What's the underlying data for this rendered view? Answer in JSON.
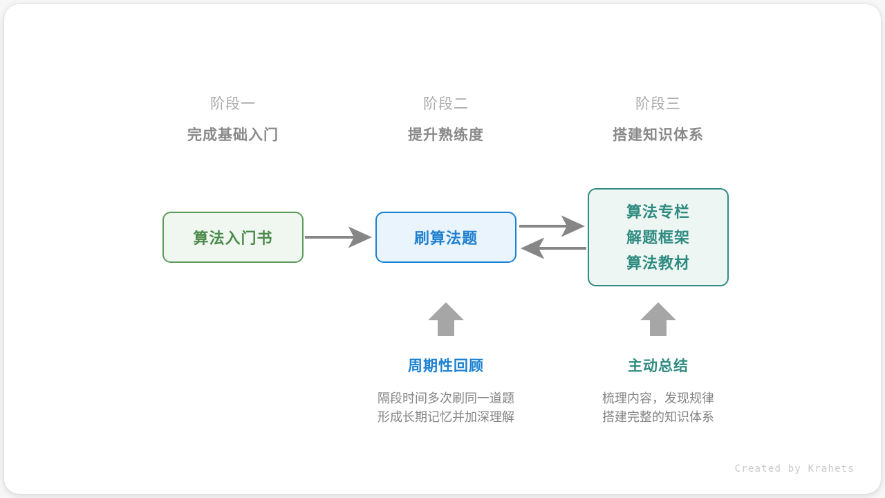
{
  "canvas": {
    "background": "#ffffff",
    "card_background": "#ffffff"
  },
  "stages": [
    {
      "sub": "阶段一",
      "title": "完成基础入门"
    },
    {
      "sub": "阶段二",
      "title": "提升熟练度"
    },
    {
      "sub": "阶段三",
      "title": "搭建知识体系"
    }
  ],
  "nodes": {
    "book": {
      "lines": [
        "算法入门书"
      ],
      "color": "#4b8a4b",
      "border": "#5b9a5b",
      "fill": "#f0f7f0"
    },
    "practice": {
      "lines": [
        "刷算法题"
      ],
      "color": "#2080d0",
      "border": "#1a80d2",
      "fill": "#e9f4fc"
    },
    "resources": {
      "lines": [
        "算法专栏",
        "解题框架",
        "算法教材"
      ],
      "color": "#2f8b80",
      "border": "#2f8b80",
      "fill": "#eef6f4"
    }
  },
  "arrows": {
    "color": "#868686",
    "items": [
      {
        "name": "book-to-practice",
        "direction": "right"
      },
      {
        "name": "practice-to-resources",
        "direction": "right"
      },
      {
        "name": "resources-to-practice",
        "direction": "left"
      },
      {
        "name": "review-up",
        "direction": "up"
      },
      {
        "name": "summary-up",
        "direction": "up"
      }
    ]
  },
  "annotations": [
    {
      "title": "周期性回顾",
      "accent": "#1a80d2",
      "lines": [
        "隔段时间多次刷同一道题",
        "形成长期记忆并加深理解"
      ]
    },
    {
      "title": "主动总结",
      "accent": "#2f8b80",
      "lines": [
        "梳理内容，发现规律",
        "搭建完整的知识体系"
      ]
    }
  ],
  "footer": {
    "credit": "Created by Krahets"
  }
}
